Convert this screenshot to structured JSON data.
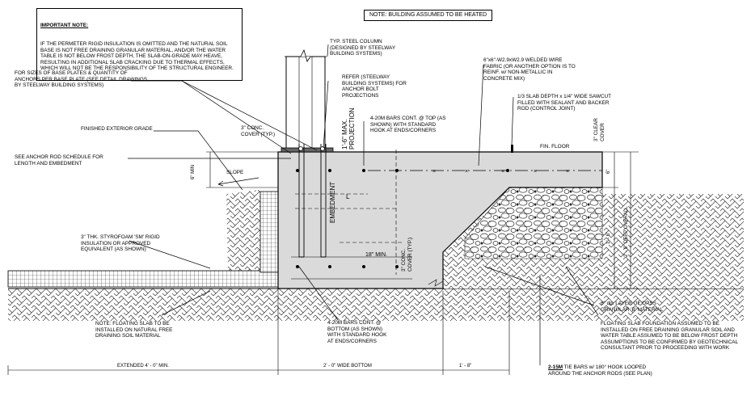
{
  "important_note": {
    "heading": "IMPORTANT NOTE:",
    "text": "IF THE PERMETER RIGID INSULATION IS OMITTED AND THE NATURAL SOIL\nBASE IS NOT FREE DRAINING GRANULAR MATERIAL, AND/OR THE WATER\nTABLE IS NOT BELOW FROST DEPTH, THE SLAB-ON-GRADE MAY HEAVE,\nRESULTING IN ADDITIONAL SLAB CRACKING DUE TO THERMAL EFFECTS,\nWHICH WILL NOT BE THE RESPONSIBILITY OF THE STRUCTURAL ENGINEER."
  },
  "heated_note": "NOTE: BUILDING ASSUMED TO BE HEATED",
  "callouts": {
    "steel_column": "TYP. STEEL COLUMN\n(DESIGNED BY STEELWAY\nBUILDING SYSTEMS)",
    "base_plates": "FOR SIZES OF BASE PLATES & QUANTITY OF\nANCHORS PER BASE PLATE (SEE DETAIL DRAWINGS\nBY STEELWAY BUILDING SYSTEMS)",
    "anchor_bolt_proj": "REFER (STEELWAY\nBUILDING SYSTEMS) FOR\nANCHOR BOLT\nPROJECTIONS",
    "wire_fabric": "6\"x6\"-W2.9xW2.9 WELDED WIRE\nFABRIC (OR ANOTHER OPTION IS TO\nREINF. w/ NON-METALLIC IN\nCONCRETE MIX)",
    "sawcut": "1/3 SLAB DEPTH x 1/4\" WIDE SAWCUT\nFILLED WITH SEALANT AND BACKER\nROD (CONTROL JOINT)",
    "finished_grade": "FINISHED EXTERIOR GRADE",
    "top_bars": "4-20M BARS CONT. @ TOP (AS\nSHOWN) WITH STANDARD\nHOOK AT ENDS/CORNERS",
    "anchor_rod_schedule": "SEE ANCHOR ROD SCHEDULE FOR\nLENGTH AND EMBEDMENT",
    "styrofoam": "3\" THK. STYROFOAM 'SM' RIGID\nINSULATION OR APPROVED\nEQUIVALENT (AS SHOWN)",
    "floating_note": "NOTE: FLOATING SLAB TO BE\nINSTALLED ON NATURAL FREE\nDRAINING SOIL MATERIAL",
    "bottom_bars": "4-20M BARS CONT. @\nBOTTOM (AS SHOWN)\nWITH STANDARD HOOK\nAT ENDS/CORNERS",
    "granular": "6\" dp. LAYER OF OPSS\nGRANULAR 'B' MATERIAL",
    "floating_foundation": "FLOATING SLAB FOUNDATION ASSUMED TO BE\nINSTALLED ON FREE DRAINING GRANULAR SOIL AND\nWATER TABLE ASSUMED TO BE BELOW FROST DEPTH\nASSUMPTIONS TO BE CONFIRMED BY GEOTECHNICAL\nCONSULTANT PRIOR TO PROCEEDING WITH WORK",
    "tie_bars_1": "2-15M",
    "tie_bars_2": " TIE BARS w/ 180° HOOK LOOPED\nAROUND THE ANCHOR RODS (SEE PLAN)"
  },
  "labels": {
    "conc_cover": "3\" CONC.\nCOVER (TYP.)",
    "max_projection": "1'-6\" MAX.\nPROJECTION",
    "fin_floor": "FIN. FLOOR",
    "clear_cover": "3\" CLEAR\nCOVER",
    "slope": "SLOPE",
    "embedment": "EMBEDMENT",
    "l": "L",
    "min_18": "18\" MIN.",
    "conc_cover_2": "3\" CONC.\nCOVER (TYP.)",
    "dim_6_min": "6\" MIN",
    "dim_6": "6\"",
    "dim_1_6": "1' - 6\"",
    "dim_2_0_overall": "2' - 0\" DEEP OVERALL",
    "dim_extended": "EXTENDED 4' - 0\" MIN.",
    "dim_2_0_bottom": "2' - 0\" WIDE BOTTOM",
    "dim_1_8": "1' - 8\""
  }
}
